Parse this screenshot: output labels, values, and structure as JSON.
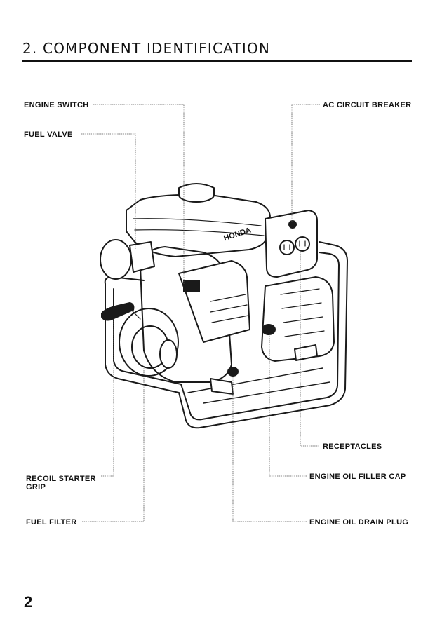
{
  "page": {
    "section_title": "2. COMPONENT IDENTIFICATION",
    "page_number": "2"
  },
  "labels": {
    "engine_switch": "ENGINE SWITCH",
    "fuel_valve": "FUEL VALVE",
    "ac_circuit_breaker": "AC CIRCUIT BREAKER",
    "receptacles": "RECEPTACLES",
    "recoil_starter_grip_line1": "RECOIL STARTER",
    "recoil_starter_grip_line2": "GRIP",
    "engine_oil_filler_cap": "ENGINE OIL FILLER CAP",
    "fuel_filter": "FUEL FILTER",
    "engine_oil_drain_plug": "ENGINE OIL DRAIN PLUG"
  },
  "illustration": {
    "brand_mark": "HONDA"
  }
}
